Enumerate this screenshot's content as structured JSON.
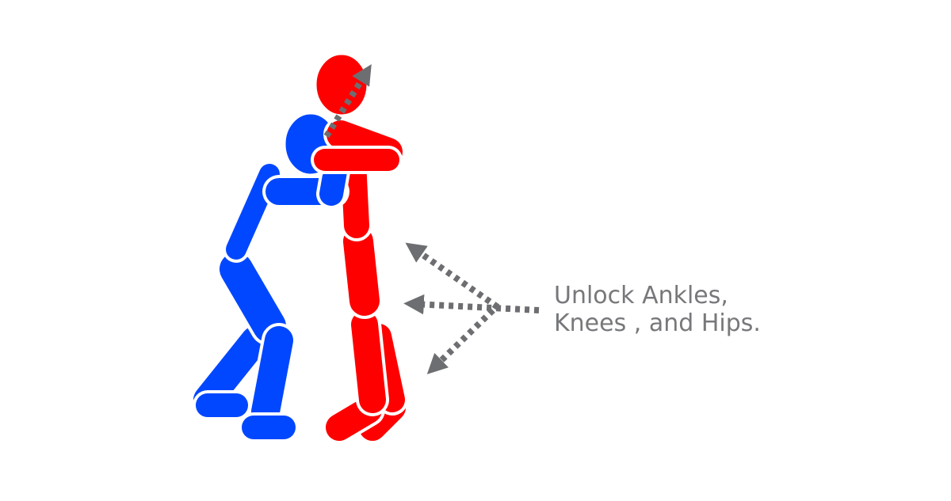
{
  "colors": {
    "background": "#ffffff",
    "blue_figure": "#0047ff",
    "red_figure": "#ff0000",
    "outline": "#ffffff",
    "arrow": "#6d6e71",
    "caption_text": "#77787b"
  },
  "figures": [
    {
      "name": "blue-figure",
      "color": "blue",
      "role": "clinching"
    },
    {
      "name": "red-figure",
      "color": "red",
      "role": "upright"
    }
  ],
  "arrows": {
    "head_arrow": "dotted arrow pointing up toward head",
    "joint_arrows": [
      "upper-left",
      "left",
      "lower-left"
    ]
  },
  "caption": {
    "line1": "Unlock Ankles,",
    "line2": "Knees , and Hips."
  }
}
